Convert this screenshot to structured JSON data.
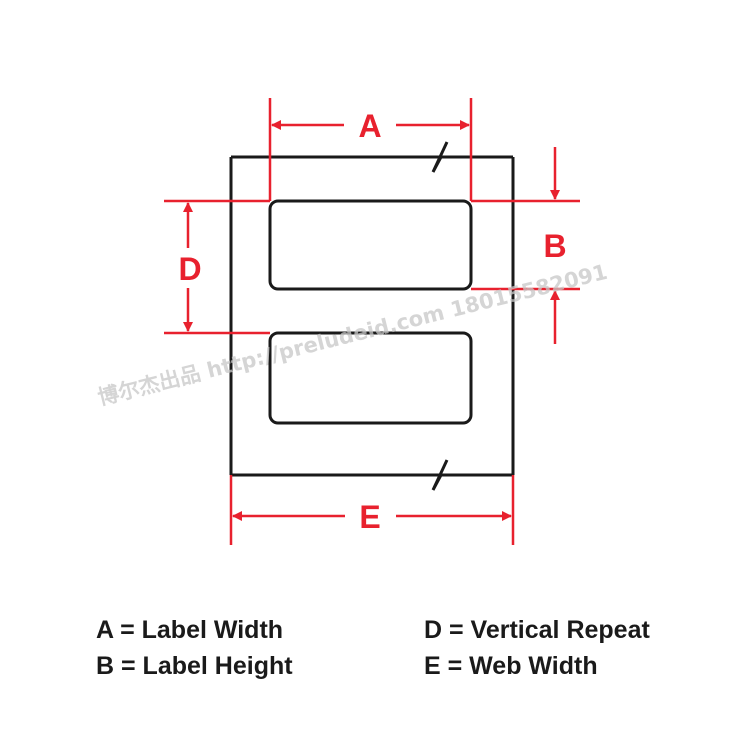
{
  "dimensions": {
    "a": "A",
    "b": "B",
    "d": "D",
    "e": "E"
  },
  "legend": {
    "a": "A = Label Width",
    "b": "B = Label Height",
    "d": "D = Vertical Repeat",
    "e": "E = Web Width"
  },
  "watermark": "博尔杰出品 http://preludeid.com 18015582091",
  "colors": {
    "dimension": "#e8212e",
    "outline": "#1a1a1a",
    "watermark": "#c8c8c8"
  }
}
